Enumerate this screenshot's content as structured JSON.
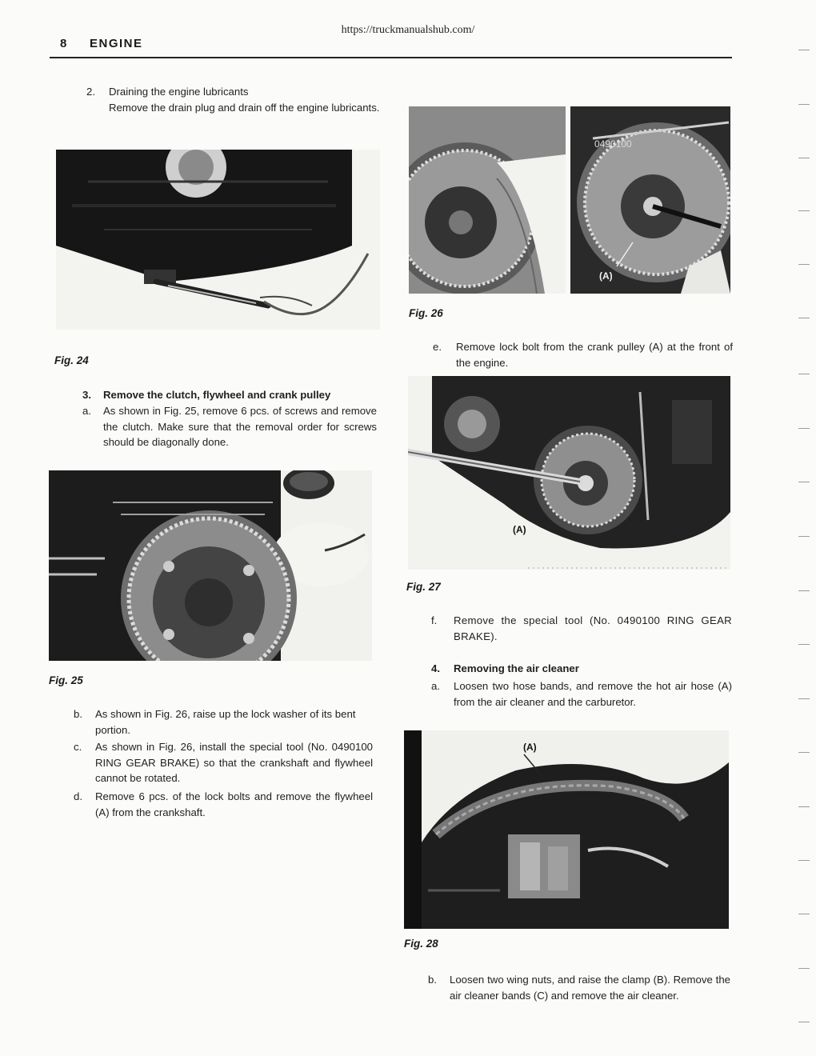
{
  "header": {
    "url": "https://truckmanualshub.com/",
    "page_number": "8",
    "section_title": "ENGINE"
  },
  "steps": {
    "s2": {
      "num": "2.",
      "title": "Draining the engine lubricants",
      "text": "Remove the drain plug and drain off the engine lubricants."
    },
    "s3": {
      "num": "3.",
      "title": "Remove the clutch, flywheel and crank pulley"
    },
    "s3a": {
      "num": "a.",
      "text": "As shown in Fig. 25, remove 6 pcs. of screws and remove the clutch. Make sure that the removal order for screws should be diagonally done."
    },
    "s3b": {
      "num": "b.",
      "text": "As shown in Fig. 26, raise up the lock washer of its bent portion."
    },
    "s3c": {
      "num": "c.",
      "text": "As shown in Fig. 26, install the special tool (No. 0490100 RING GEAR BRAKE) so that the crankshaft and flywheel cannot be rotated."
    },
    "s3d": {
      "num": "d.",
      "text": "Remove 6 pcs. of the lock bolts and remove the flywheel (A) from the crankshaft."
    },
    "s3e": {
      "num": "e.",
      "text": "Remove lock bolt from the crank pulley (A) at the front of the engine."
    },
    "s3f": {
      "num": "f.",
      "text": "Remove the special tool (No. 0490100 RING GEAR BRAKE)."
    },
    "s4": {
      "num": "4.",
      "title": "Removing the air cleaner"
    },
    "s4a": {
      "num": "a.",
      "text": "Loosen two hose bands, and remove the hot air hose (A) from the air cleaner and the carburetor."
    },
    "s4b": {
      "num": "b.",
      "text": "Loosen two wing nuts, and raise the clamp (B). Remove the air cleaner bands (C) and remove the air cleaner."
    }
  },
  "figures": {
    "fig24": {
      "label": "Fig. 24"
    },
    "fig25": {
      "label": "Fig. 25"
    },
    "fig26": {
      "label": "Fig. 26",
      "callout": "(A)",
      "stamp": "0490100"
    },
    "fig27": {
      "label": "Fig. 27",
      "callout": "(A)"
    },
    "fig28": {
      "label": "Fig. 28",
      "callout": "(A)"
    }
  }
}
